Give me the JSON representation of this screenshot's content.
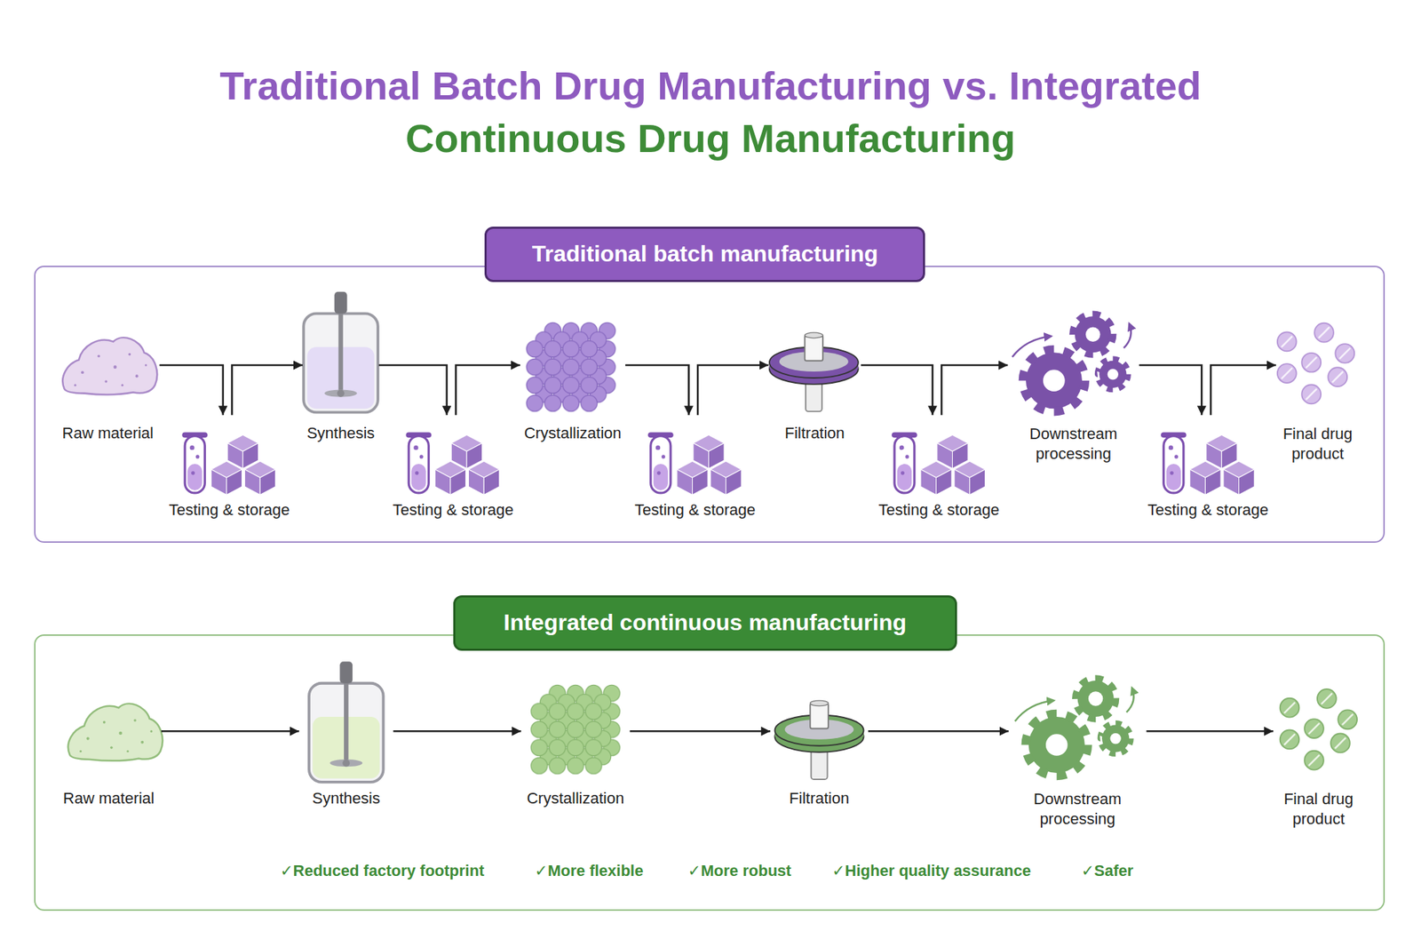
{
  "diagram": {
    "title": "Traditional Batch Drug Manufacturing vs. Integrated Continuous Drug Manufacturing",
    "nodes": [
      {
        "text": [
          "Traditional batch manufacturing"
        ]
      },
      {
        "text": [
          "Raw material"
        ],
        "in": 0
      },
      {
        "text": [
          "Testing & storage"
        ],
        "in": 0
      },
      {
        "text": [
          "Synthesis"
        ],
        "in": 0
      },
      {
        "text": [
          "Testing & storage"
        ],
        "in": 0
      },
      {
        "text": [
          "Crystallization"
        ],
        "in": 0
      },
      {
        "text": [
          "Testing & storage"
        ],
        "in": 0
      },
      {
        "text": [
          "Filtration"
        ],
        "in": 0
      },
      {
        "text": [
          "Testing & storage"
        ],
        "in": 0
      },
      {
        "text": [
          "Downstream processing"
        ],
        "in": 0
      },
      {
        "text": [
          "Testing & storage"
        ],
        "in": 0
      },
      {
        "text": [
          "Final drug product"
        ],
        "in": 0
      },
      {
        "text": [
          "Integrated continuous manufacturing"
        ]
      },
      {
        "text": [
          "Raw material"
        ],
        "in": 12
      },
      {
        "text": [
          "Synthesis"
        ],
        "in": 12
      },
      {
        "text": [
          "Crystallization"
        ],
        "in": 12
      },
      {
        "text": [
          "Filtration"
        ],
        "in": 12
      },
      {
        "text": [
          "Downstream processing"
        ],
        "in": 12
      },
      {
        "text": [
          "Final drug product"
        ],
        "in": 12
      }
    ],
    "edges": [
      {
        "from": 1,
        "to": 2,
        "arrow": "to"
      },
      {
        "from": 2,
        "to": 3,
        "arrow": "to"
      },
      {
        "from": 3,
        "to": 4,
        "arrow": "to"
      },
      {
        "from": 4,
        "to": 5,
        "arrow": "to"
      },
      {
        "from": 5,
        "to": 6,
        "arrow": "to"
      },
      {
        "from": 6,
        "to": 7,
        "arrow": "to"
      },
      {
        "from": 7,
        "to": 8,
        "arrow": "to"
      },
      {
        "from": 8,
        "to": 9,
        "arrow": "to"
      },
      {
        "from": 9,
        "to": 10,
        "arrow": "to"
      },
      {
        "from": 10,
        "to": 11,
        "arrow": "to"
      },
      {
        "from": 13,
        "to": 14,
        "arrow": "to"
      },
      {
        "from": 14,
        "to": 15,
        "arrow": "to"
      },
      {
        "from": 15,
        "to": 16,
        "arrow": "to"
      },
      {
        "from": 16,
        "to": 17,
        "arrow": "to"
      },
      {
        "from": 17,
        "to": 18,
        "arrow": "to"
      }
    ],
    "labels": [
      "✓Reduced factory footprint",
      "✓More flexible",
      "✓More robust",
      "✓Higher quality assurance",
      "✓Safer"
    ]
  }
}
